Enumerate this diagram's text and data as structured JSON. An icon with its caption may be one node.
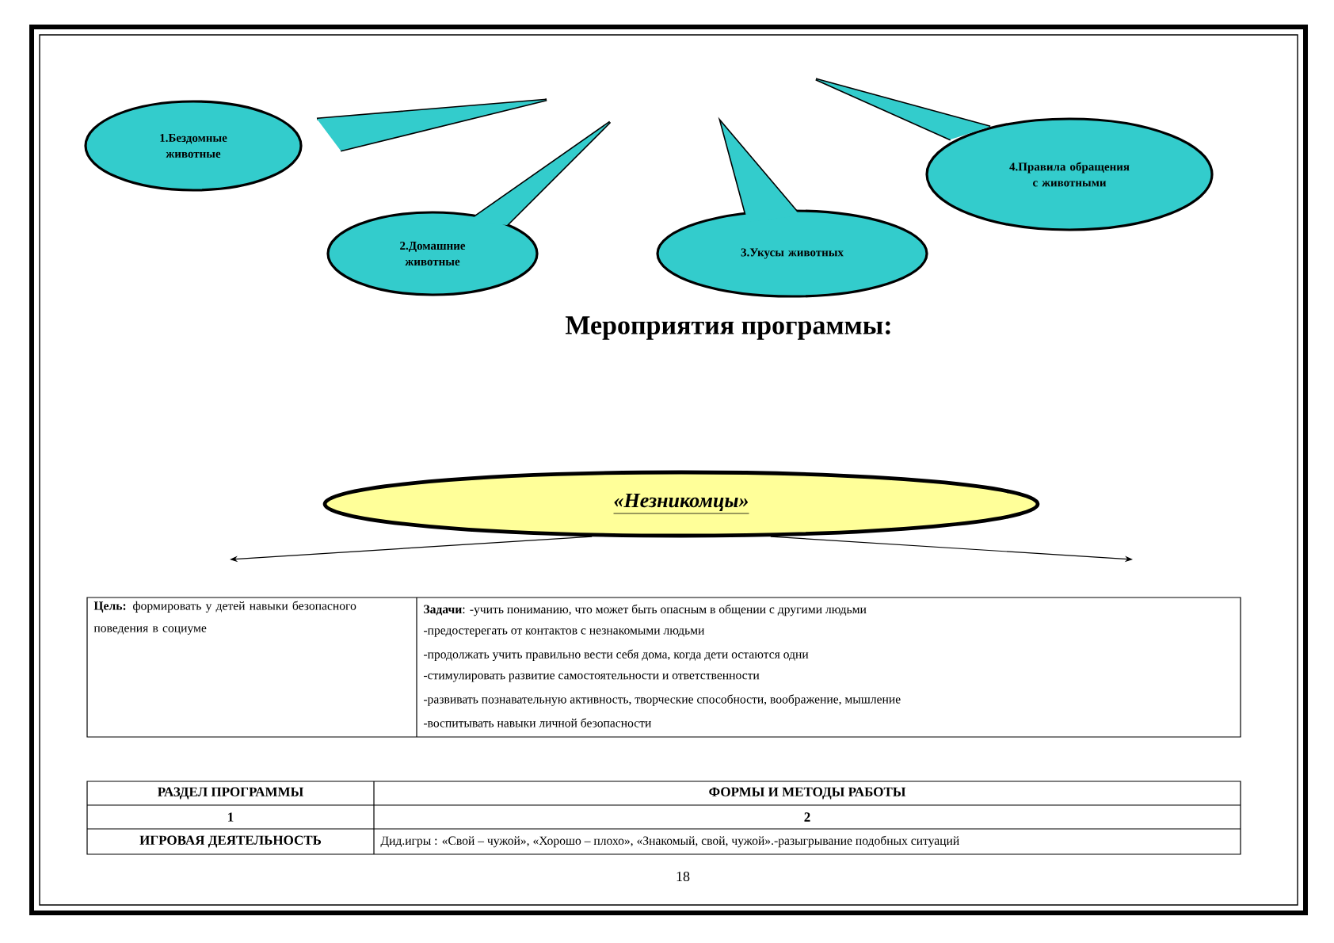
{
  "diagram": {
    "title": "Мероприятия программы:",
    "nodes": [
      {
        "text": [
          "1.Бездомные животные"
        ]
      },
      {
        "text": [
          "2.Домашние животные"
        ]
      },
      {
        "text": [
          "3.Укусы животных"
        ]
      },
      {
        "text": [
          "4.Правила обращения с животными"
        ]
      },
      {
        "text": [
          "«Незникомцы»"
        ]
      }
    ],
    "edges": [
      {
        "from": 4,
        "to": null,
        "arrow": "to"
      },
      {
        "from": 4,
        "to": null,
        "arrow": "to"
      }
    ],
    "labels": [
      "**Цель:** формировать у детей навыки безопасного поведения в социуме",
      "**Задачи**: -учить пониманию, что может быть опасным в общении с другими людьми",
      "-предостерегать от контактов с незнакомыми людьми",
      "-продолжать учить правильно вести себя дома, когда дети остаются одни",
      "-стимулировать развитие самостоятельности и ответственности",
      "-развивать познавательную активность, творческие способности, воображение, мышление",
      "-воспитывать навыки личной безопасности",
      "РАЗДЕЛ ПРОГРАММЫ",
      "ФОРМЫ И МЕТОДЫ РАБОТЫ",
      "1",
      "2",
      "ИГРОВАЯ ДЕЯТЕЛЬНОСТЬ",
      "Дид.игры : «Свой – чужой», «Хорошо – плохо», «Знакомый, свой, чужой».-разыгрывание подобных ситуаций",
      "18"
    ]
  }
}
